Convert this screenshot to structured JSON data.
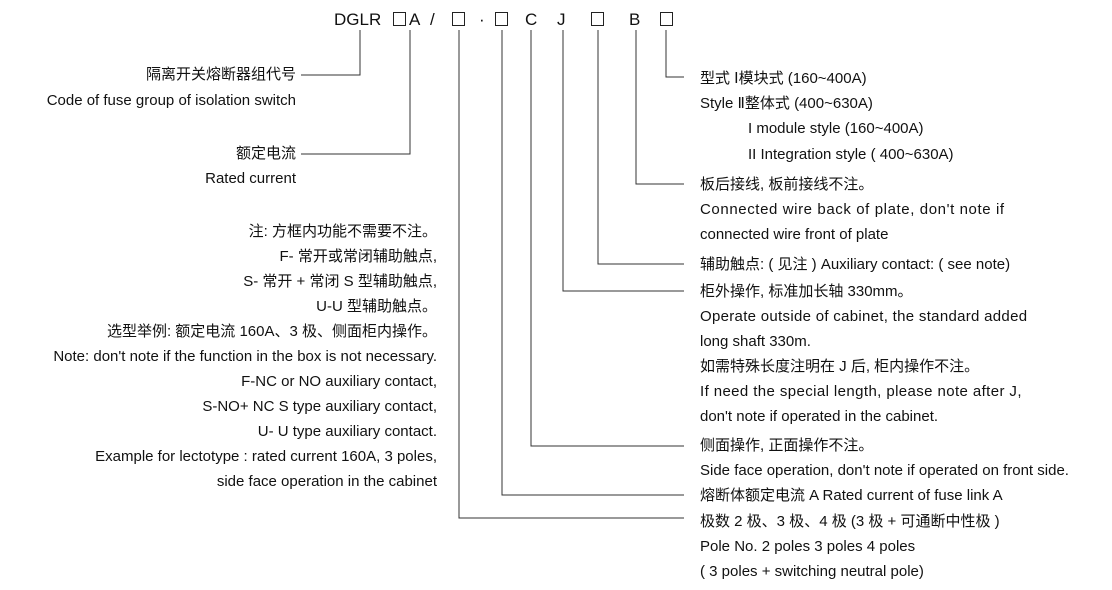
{
  "code": {
    "prefix": "DGLR",
    "a": "A",
    "slash": "/",
    "dot": "·",
    "c": "C",
    "j": "J",
    "b": "B"
  },
  "left": {
    "group_cn": "隔离开关熔断器组代号",
    "group_en": "Code of fuse group of isolation switch",
    "current_cn": "额定电流",
    "current_en": "Rated current",
    "notes": [
      "注:  方框内功能不需要不注。",
      "F- 常开或常闭辅助触点,",
      "S- 常开 + 常闭 S 型辅助触点,",
      "U-U 型辅助触点。",
      "选型举例:  额定电流 160A、3 极、侧面柜内操作。",
      "Note: don't note if the function in the box is not necessary.",
      "F-NC or NO auxiliary contact,",
      "S-NO+ NC S type auxiliary contact,",
      "U- U type auxiliary contact.",
      "Example for lectotype : rated current 160A, 3 poles,",
      "side face operation in the cabinet"
    ]
  },
  "right": {
    "style_line1": "型式   Ⅰ模块式 (160~400A)",
    "style_line2": "Style  Ⅱ整体式 (400~630A)",
    "style_line3": "I module style (160~400A)",
    "style_line4": "II Integration style ( 400~630A)",
    "plate_cn": "板后接线,  板前接线不注。",
    "plate_en1": "Connected wire back of plate, don't note if",
    "plate_en2": "connected wire front of plate",
    "aux": "辅助触点: ( 见注 )  Auxiliary contact: ( see note)",
    "outside_cn": "柜外操作,  标准加长轴 330mm。",
    "outside_en1": "Operate outside of cabinet, the standard added",
    "outside_en2": "long shaft 330m.",
    "special_cn": "如需特殊长度注明在 J 后,  柜内操作不注。",
    "special_en1": "If need the special length, please note after J,",
    "special_en2": "don't note if operated in the cabinet.",
    "side_cn": "侧面操作,  正面操作不注。",
    "side_en": "Side face operation, don't note if operated on front side.",
    "fuse": "熔断体额定电流 A  Rated current of fuse link A",
    "poles_cn": "极数 2 极、3 极、4 极 (3 极 + 可通断中性极 )",
    "poles_en": "Pole No.  2 poles   3 poles   4 poles",
    "poles_en2": "( 3 poles + switching neutral pole)"
  }
}
